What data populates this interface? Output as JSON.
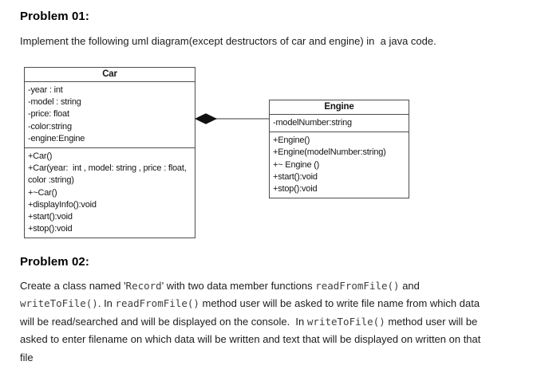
{
  "problem1": {
    "heading": "Problem 01:",
    "description": "Implement the following uml diagram(except destructors of car and engine) in  a java code."
  },
  "uml": {
    "car": {
      "title": "Car",
      "attributes": [
        "-year : int",
        "-model : string",
        "-price: float",
        "-color:string",
        "-engine:Engine"
      ],
      "methods": [
        "+Car()",
        "+Car(year:  int , model: string , price : float, color :string)",
        "+~Car()",
        "+displayInfo():void",
        "+start():void",
        "+stop():void"
      ]
    },
    "engine": {
      "title": "Engine",
      "attributes": [
        "-modelNumber:string"
      ],
      "methods": [
        "+Engine()",
        "+Engine(modelNumber:string)",
        "+~ Engine ()",
        "+start():void",
        "+stop():void"
      ]
    },
    "relationship": {
      "type": "composition",
      "from": "Car",
      "to": "Engine"
    }
  },
  "problem2": {
    "heading": "Problem 02:",
    "segments": [
      {
        "style": "plain",
        "text": "Create a class named '"
      },
      {
        "style": "code",
        "text": "Record"
      },
      {
        "style": "plain",
        "text": "' with two data member functions "
      },
      {
        "style": "code",
        "text": "readFromFile()"
      },
      {
        "style": "plain",
        "text": " and "
      },
      {
        "style": "code",
        "text": "writeToFile()"
      },
      {
        "style": "plain",
        "text": ". In "
      },
      {
        "style": "code",
        "text": "readFromFile()"
      },
      {
        "style": "plain",
        "text": " method user will be asked to write file name from which data will be read/searched and will be displayed on the console.  In "
      },
      {
        "style": "code",
        "text": "writeToFile()"
      },
      {
        "style": "plain",
        "text": " method user will be asked to enter filename on which data will be written and text that will be displayed on written on that file"
      }
    ]
  },
  "colors": {
    "background": "#ffffff",
    "text": "#1c1c1c",
    "code_text": "#3e3e3e",
    "box_border": "#4d4d4d",
    "connector_line": "#7f7f7f",
    "diamond": "#111111"
  }
}
